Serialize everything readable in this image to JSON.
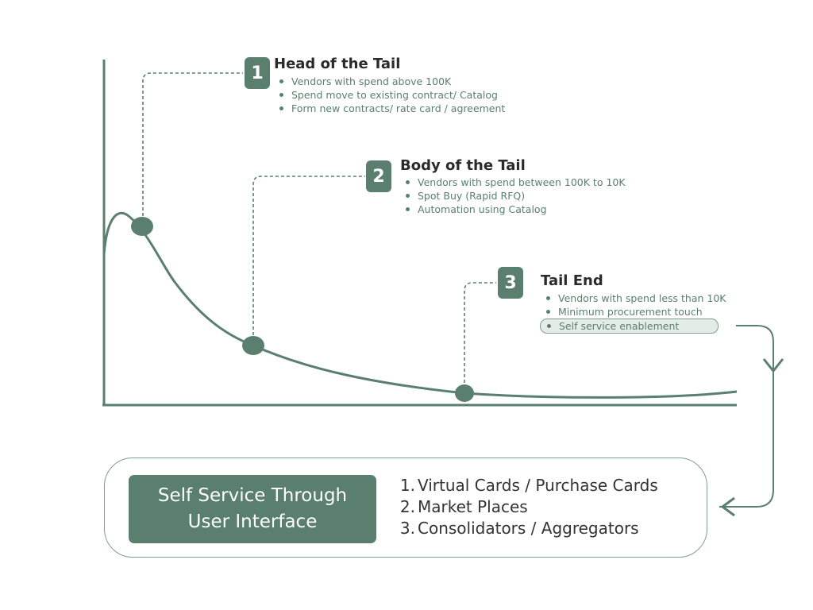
{
  "sections": [
    {
      "number": "1",
      "title": "Head of the Tail",
      "bullets": [
        "Vendors with spend above 100K",
        "Spend move to existing contract/ Catalog",
        "Form new contracts/ rate card / agreement"
      ]
    },
    {
      "number": "2",
      "title": "Body of the Tail",
      "bullets": [
        "Vendors with spend between 100K to 10K",
        "Spot Buy (Rapid RFQ)",
        "Automation using Catalog"
      ]
    },
    {
      "number": "3",
      "title": "Tail End",
      "bullets": [
        "Vendors with spend less than 10K",
        "Minimum procurement touch",
        "Self service enablement"
      ]
    }
  ],
  "self_service": {
    "line1": "Self Service Through",
    "line2": "User Interface"
  },
  "options": [
    {
      "num": "1.",
      "label": "Virtual Cards / Purchase Cards"
    },
    {
      "num": "2.",
      "label": "Market Places"
    },
    {
      "num": "3.",
      "label": "Consolidators / Aggregators"
    }
  ],
  "colors": {
    "accent": "#5a7f6f",
    "title": "#2a2a2a",
    "highlight_fill": "#e4ece8"
  }
}
